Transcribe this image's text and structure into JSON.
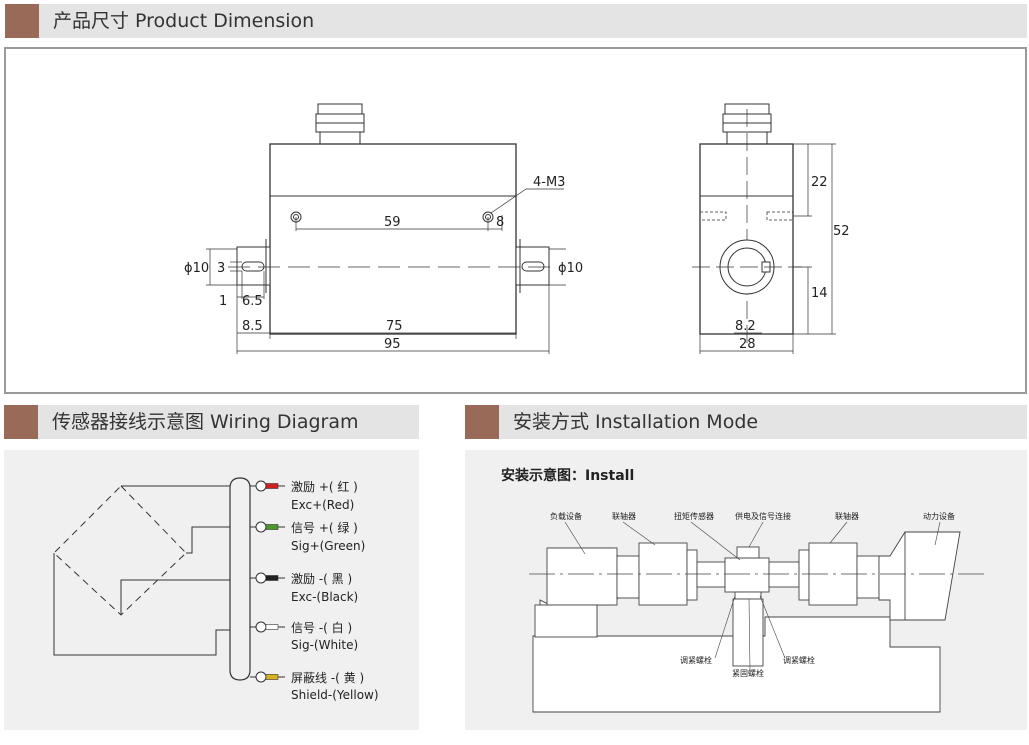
{
  "headers": {
    "dimension": "产品尺寸 Product Dimension",
    "wiring": "传感器接线示意图 Wiring Diagram",
    "install": "安装方式 Installation Mode"
  },
  "dimension": {
    "labels": {
      "m3": "4-M3",
      "d59": "59",
      "d8": "8",
      "phi10_left": "ϕ10",
      "d3": "3",
      "phi10_right": "ϕ10",
      "d1": "1",
      "d6_5": "6.5",
      "d8_5": "8.5",
      "d75": "75",
      "d95": "95",
      "d22": "22",
      "d52": "52",
      "d14": "14",
      "d8_2": "8.2",
      "d28": "28"
    }
  },
  "wiring": {
    "wires": [
      {
        "cn": "激励 +( 红 )",
        "en": "Exc+(Red)",
        "color": "#d12020"
      },
      {
        "cn": "信号 +( 绿 )",
        "en": "Sig+(Green)",
        "color": "#4a9a2a"
      },
      {
        "cn": "激励 -( 黑 )",
        "en": "Exc-(Black)",
        "color": "#222222"
      },
      {
        "cn": "信号 -( 白 )",
        "en": "Sig-(White)",
        "color": "#ffffff"
      },
      {
        "cn": "屏蔽线 -( 黄 )",
        "en": "Shield-(Yellow)",
        "color": "#d8b020"
      }
    ]
  },
  "install": {
    "title": "安装示意图：Install",
    "labels": {
      "load": "负载设备",
      "coupling1": "联轴器",
      "sensor": "扭矩传感器",
      "power": "供电及信号连接",
      "coupling2": "联轴器",
      "power_device": "动力设备",
      "bolt1": "调紧螺栓",
      "bolt2": "紧固螺栓",
      "bolt3": "调紧螺栓"
    }
  }
}
